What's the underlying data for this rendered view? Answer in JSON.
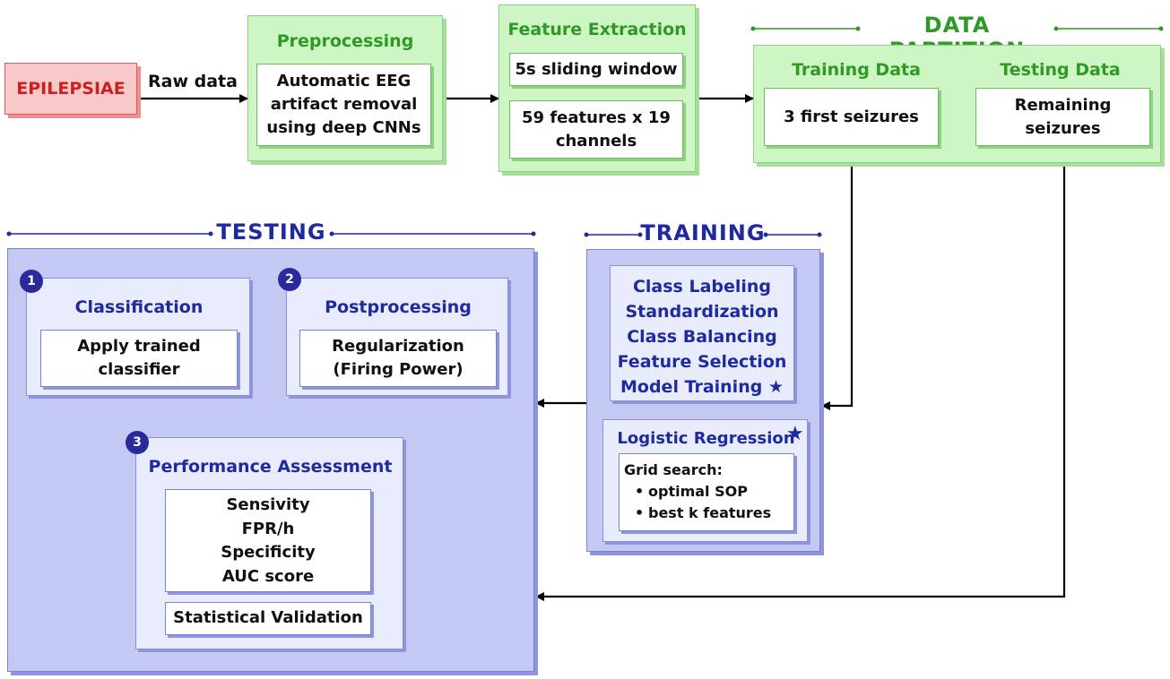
{
  "source": {
    "label": "EPILEPSIAE"
  },
  "edge_raw": {
    "label": "Raw data"
  },
  "preprocessing": {
    "title": "Preprocessing",
    "box_lines": [
      "Automatic EEG",
      "artifact removal",
      "using deep CNNs"
    ]
  },
  "feature_extraction": {
    "title": "Feature Extraction",
    "window": "5s sliding window",
    "features_lines": [
      "59 features x 19",
      "channels"
    ]
  },
  "data_partition": {
    "title": "DATA PARTITION",
    "training_title": "Training Data",
    "training_box": "3 first seizures",
    "testing_title": "Testing Data",
    "testing_box_lines": [
      "Remaining",
      "seizures"
    ]
  },
  "training": {
    "title": "TRAINING",
    "steps": [
      "Class Labeling",
      "Standardization",
      "Class Balancing",
      "Feature Selection",
      "Model Training"
    ],
    "star": "★",
    "model_title": "Logistic Regression",
    "grid_label": "Grid search:",
    "grid_items": [
      "optimal SOP",
      "best k features"
    ]
  },
  "testing": {
    "title": "TESTING",
    "classification": {
      "number": "1",
      "title": "Classification",
      "box_lines": [
        "Apply trained",
        "classifier"
      ]
    },
    "postprocessing": {
      "number": "2",
      "title": "Postprocessing",
      "box_lines": [
        "Regularization",
        "(Firing Power)"
      ]
    },
    "performance": {
      "number": "3",
      "title": "Performance Assessment",
      "metrics": [
        "Sensivity",
        "FPR/h",
        "Specificity",
        "AUC score"
      ],
      "validation": "Statistical Validation"
    }
  },
  "colors": {
    "green_fill": "#cef5c4",
    "green_text": "#2e9a25",
    "blue_fill": "#c4c9f4",
    "blue_text": "#1f2a9e",
    "source_red": "#cc1f1f"
  }
}
